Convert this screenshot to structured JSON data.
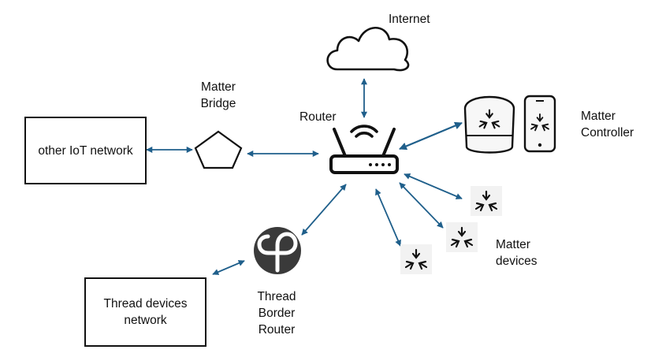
{
  "labels": {
    "internet": "Internet",
    "matter_bridge": [
      "Matter",
      "Bridge"
    ],
    "router": "Router",
    "matter_controller": [
      "Matter",
      "Controller"
    ],
    "matter_devices": [
      "Matter",
      "devices"
    ],
    "thread_border_router": [
      "Thread",
      "Border",
      "Router"
    ]
  },
  "boxes": {
    "other_iot_network": "other IoT network",
    "thread_devices_network": [
      "Thread devices",
      "network"
    ]
  },
  "colors": {
    "arrow": "#1f5f8b",
    "outline": "#111111",
    "thread_logo": "#3a3a3a",
    "device_bg": "#f2f2f2"
  },
  "icons": [
    "cloud-icon",
    "pentagon-icon",
    "wifi-router-icon",
    "smart-speaker-icon",
    "smartphone-icon",
    "matter-device-icon",
    "thread-logo-icon"
  ]
}
